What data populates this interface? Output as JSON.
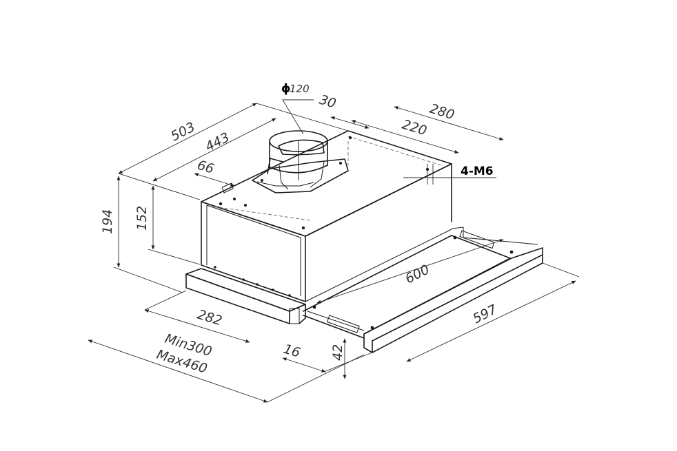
{
  "dimensions": {
    "diameter_symbol": "ϕ",
    "diameter_value": "120",
    "d30": "30",
    "d280": "280",
    "d220": "220",
    "d503": "503",
    "d443": "443",
    "d66": "66",
    "thread_label": "4-M6",
    "d194": "194",
    "d152": "152",
    "d600": "600",
    "d597": "597",
    "d282": "282",
    "min": "Min300",
    "max": "Max460",
    "d16": "16",
    "d42": "42"
  }
}
